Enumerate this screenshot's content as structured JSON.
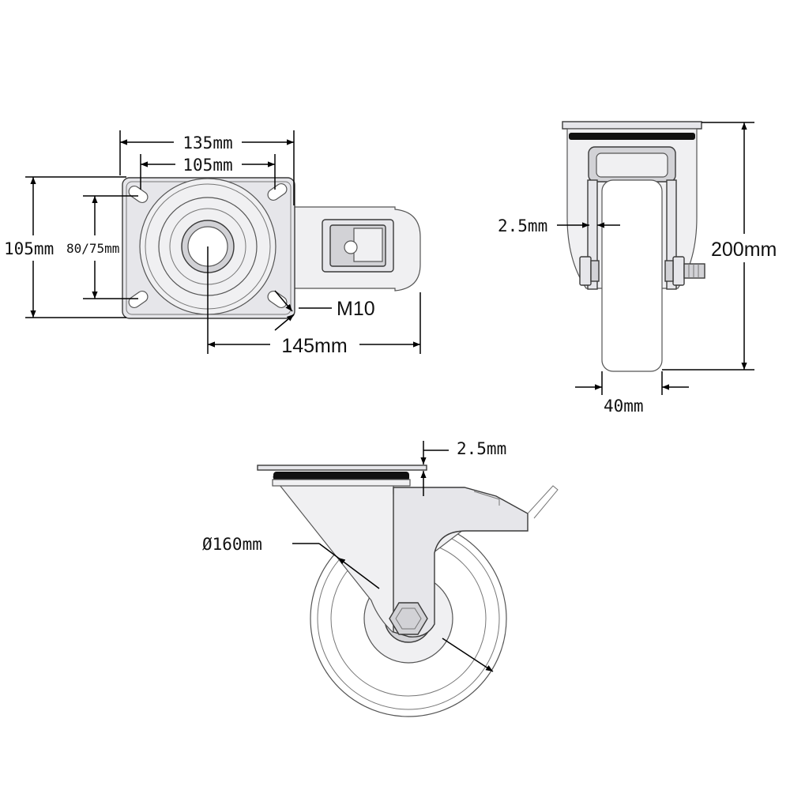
{
  "top_view": {
    "width_outer": "135mm",
    "width_holes": "105mm",
    "height_outer": "105mm",
    "height_holes": "80/75mm",
    "thread": "M10",
    "length": "145mm"
  },
  "side_view": {
    "plate_thickness": "2.5mm",
    "total_height": "200mm",
    "wheel_width": "40mm"
  },
  "front_view": {
    "plate_thickness": "2.5mm",
    "wheel_diameter": "Ø160mm"
  }
}
